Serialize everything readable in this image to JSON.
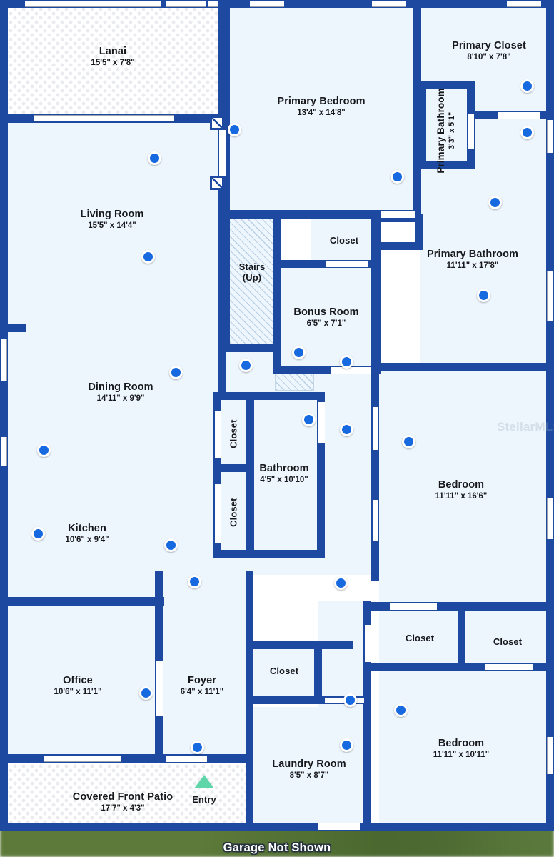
{
  "plan": {
    "watermark": "StellarMLS",
    "bottom_caption": "Garage Not Shown",
    "colors": {
      "wall": "#1d4aa0",
      "room_fill": "#eef6fd",
      "hotspot": "#1769e0",
      "entry_marker": "#5fd6aa"
    },
    "entry_label": "Entry"
  },
  "rooms": [
    {
      "id": "lanai",
      "name": "Lanai",
      "dim": "15'5\" x 7'8\""
    },
    {
      "id": "primary-bedroom",
      "name": "Primary Bedroom",
      "dim": "13'4\" x 14'8\""
    },
    {
      "id": "primary-closet",
      "name": "Primary Closet",
      "dim": "8'10\" x 7'8\""
    },
    {
      "id": "primary-bathroom-small",
      "name": "Primary Bathroom",
      "dim": "3'3\" x 5'1\""
    },
    {
      "id": "primary-bathroom",
      "name": "Primary Bathroom",
      "dim": "11'11\" x 17'8\""
    },
    {
      "id": "living-room",
      "name": "Living Room",
      "dim": "15'5\" x 14'4\""
    },
    {
      "id": "stairs",
      "name": "Stairs",
      "dim": "(Up)"
    },
    {
      "id": "closet-upper",
      "name": "Closet",
      "dim": ""
    },
    {
      "id": "bonus-room",
      "name": "Bonus Room",
      "dim": "6'5\" x 7'1\""
    },
    {
      "id": "dining-room",
      "name": "Dining Room",
      "dim": "14'11\" x 9'9\""
    },
    {
      "id": "closet-hall-top",
      "name": "Closet",
      "dim": ""
    },
    {
      "id": "closet-hall-bot",
      "name": "Closet",
      "dim": ""
    },
    {
      "id": "bathroom",
      "name": "Bathroom",
      "dim": "4'5\" x 10'10\""
    },
    {
      "id": "bedroom-mid",
      "name": "Bedroom",
      "dim": "11'11\" x 16'6\""
    },
    {
      "id": "kitchen",
      "name": "Kitchen",
      "dim": "10'6\" x 9'4\""
    },
    {
      "id": "office",
      "name": "Office",
      "dim": "10'6\" x 11'1\""
    },
    {
      "id": "foyer",
      "name": "Foyer",
      "dim": "6'4\" x 11'1\""
    },
    {
      "id": "closet-foyer",
      "name": "Closet",
      "dim": ""
    },
    {
      "id": "closet-br-left",
      "name": "Closet",
      "dim": ""
    },
    {
      "id": "closet-br-right",
      "name": "Closet",
      "dim": ""
    },
    {
      "id": "bedroom-bottom",
      "name": "Bedroom",
      "dim": "11'11\" x 10'11\""
    },
    {
      "id": "laundry-room",
      "name": "Laundry Room",
      "dim": "8'5\" x 8'7\""
    },
    {
      "id": "covered-front-patio",
      "name": "Covered Front Patio",
      "dim": "17'7\" x 4'3\""
    }
  ]
}
